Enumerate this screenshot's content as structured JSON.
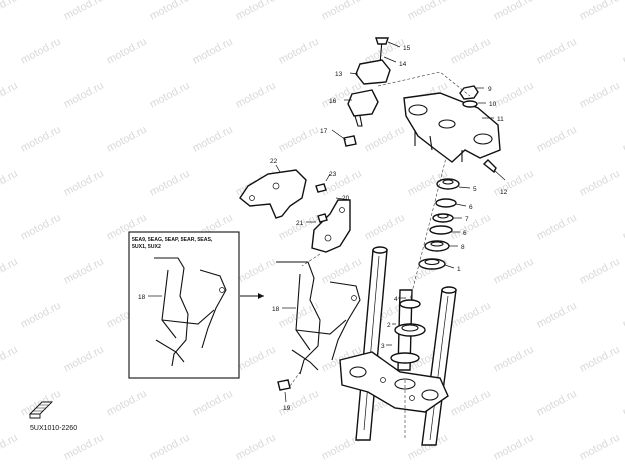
{
  "watermark": "motod.ru",
  "diagram_code": "5UX1010-2260",
  "inset_caption": [
    "5EA9, 5EAG, 5EAP, 5EAR, 5EAS,",
    "5UX1, 5UX2"
  ],
  "callouts": {
    "c1": "1",
    "c2": "2",
    "c3": "3",
    "c4": "4",
    "c5": "5",
    "c6a": "6",
    "c6b": "6",
    "c7": "7",
    "c8": "8",
    "c9": "9",
    "c10": "10",
    "c11": "11",
    "c12": "12",
    "c13": "13",
    "c14": "14",
    "c15": "15",
    "c16": "16",
    "c17": "17",
    "c18": "18",
    "c18b": "18",
    "c19": "19",
    "c20": "20",
    "c21": "21",
    "c22": "22",
    "c23": "23"
  }
}
